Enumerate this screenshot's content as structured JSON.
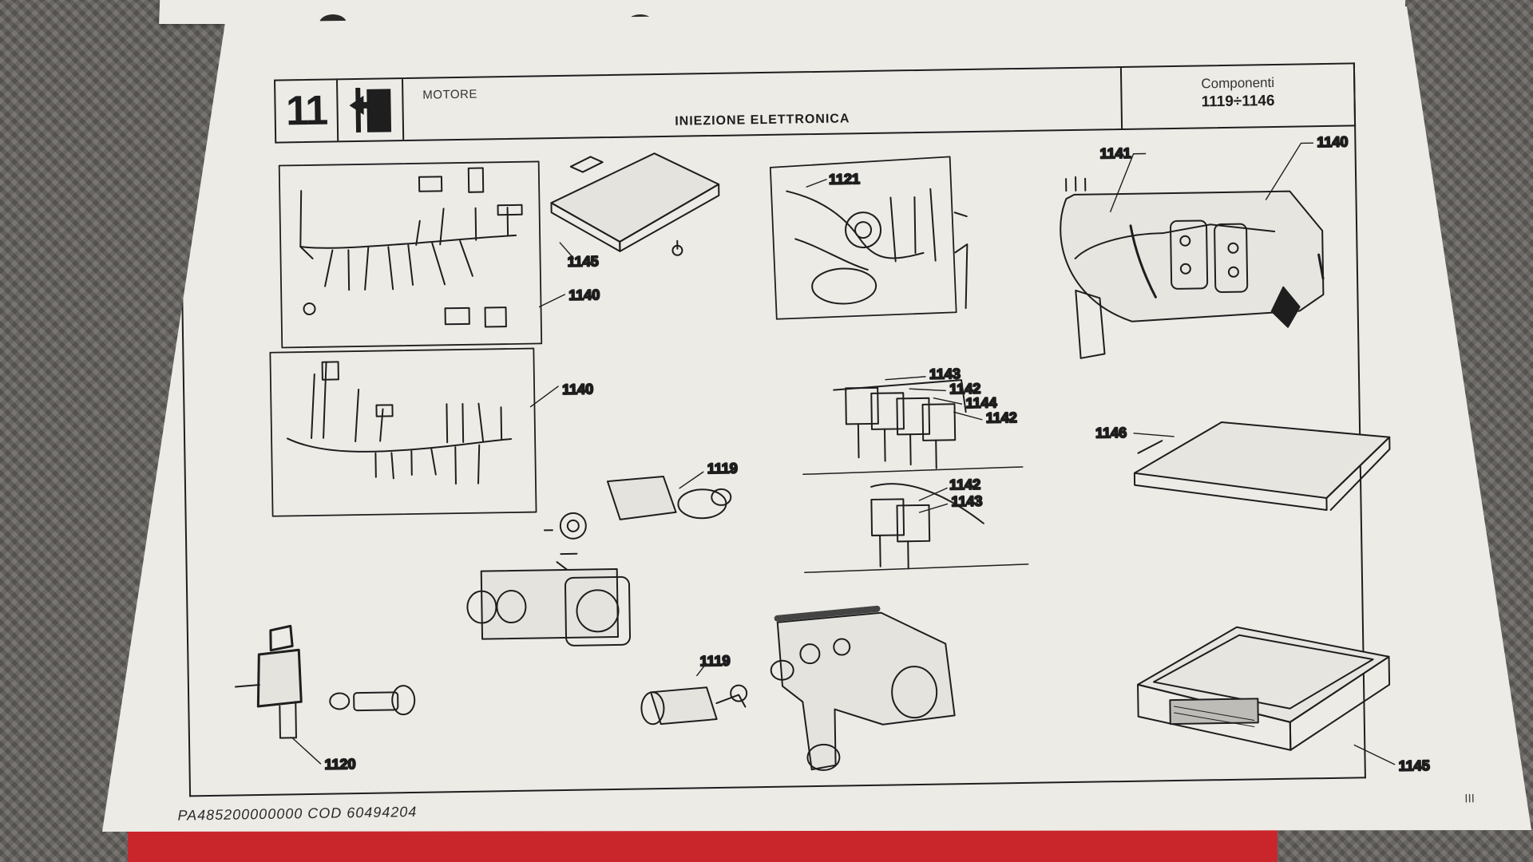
{
  "header": {
    "chapter_number": "11",
    "section_label": "MOTORE",
    "section_title": "INIEZIONE ELETTRONICA",
    "components_label": "Componenti",
    "components_range": "1119÷1146"
  },
  "callouts": {
    "harness_top": "1140",
    "harness_bottom": "1140",
    "ecu_top": "1145",
    "sensor_1121": "1121",
    "engine_harness_1141": "1141",
    "engine_harness_1140": "1140",
    "relay_1143_a": "1143",
    "relay_1142_a": "1142",
    "relay_1144": "1144",
    "relay_1142_b": "1142",
    "relay_1142_c": "1142",
    "relay_1143_b": "1143",
    "bracket_1146": "1146",
    "valve_1119_a": "1119",
    "valve_1119_b": "1119",
    "regulator_1120": "1120",
    "ecu_bottom": "1145"
  },
  "footer": {
    "code": "PA485200000000  COD  60494204",
    "page_number": "III"
  },
  "icons": {
    "chapter_icon": "fuel-injector-icon"
  },
  "colors": {
    "paper": "#ecebe6",
    "ink": "#1e1e1e",
    "cover_red": "#c9262c"
  }
}
